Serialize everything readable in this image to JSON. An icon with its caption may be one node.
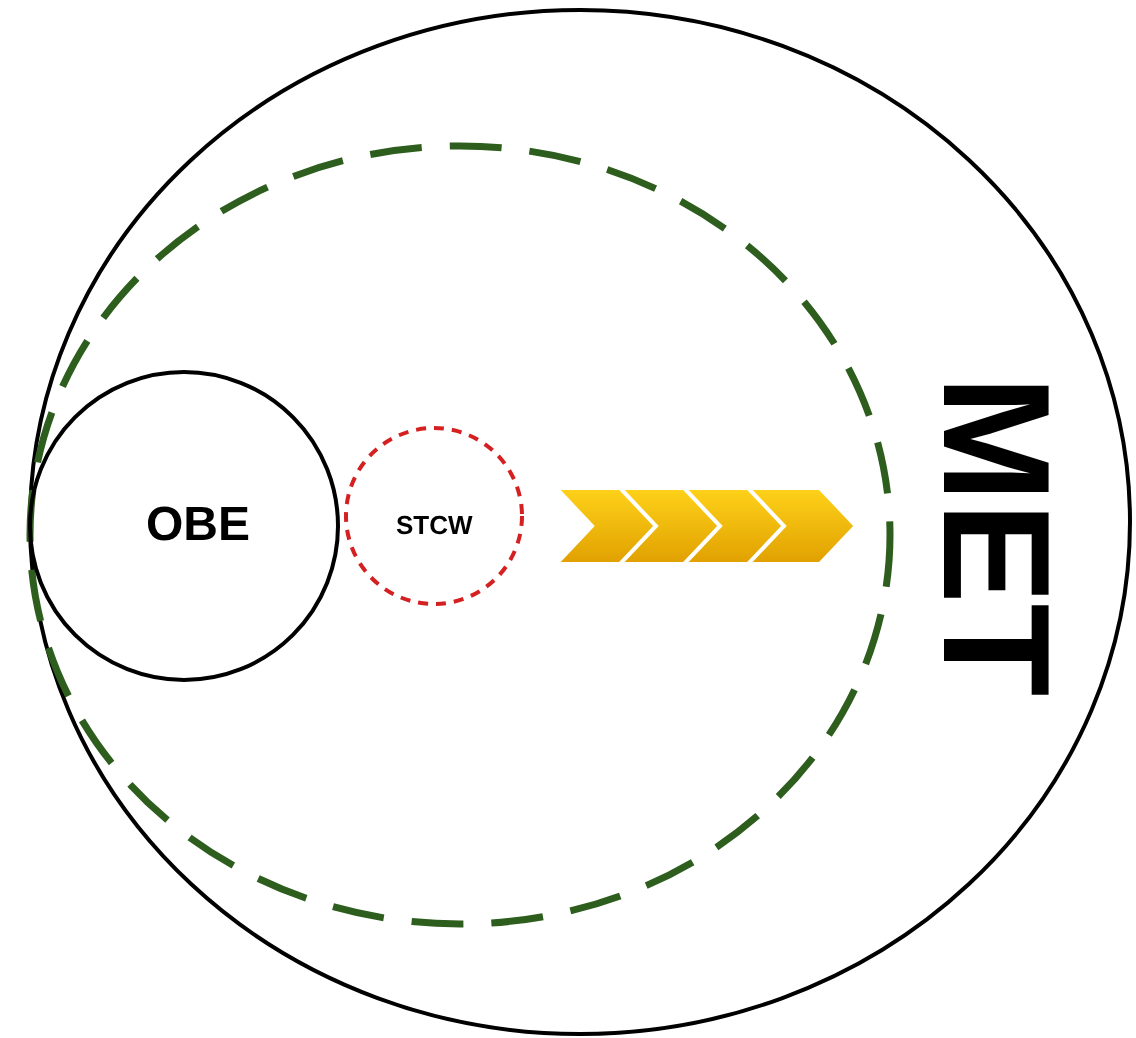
{
  "diagram": {
    "nodes": [
      {
        "text": [
          "MET"
        ]
      },
      {
        "text": [],
        "shape": "circle",
        "in": 0
      },
      {
        "text": [
          "OBE"
        ],
        "in": 1
      },
      {
        "text": [
          "STCW"
        ],
        "in": 1
      }
    ]
  }
}
